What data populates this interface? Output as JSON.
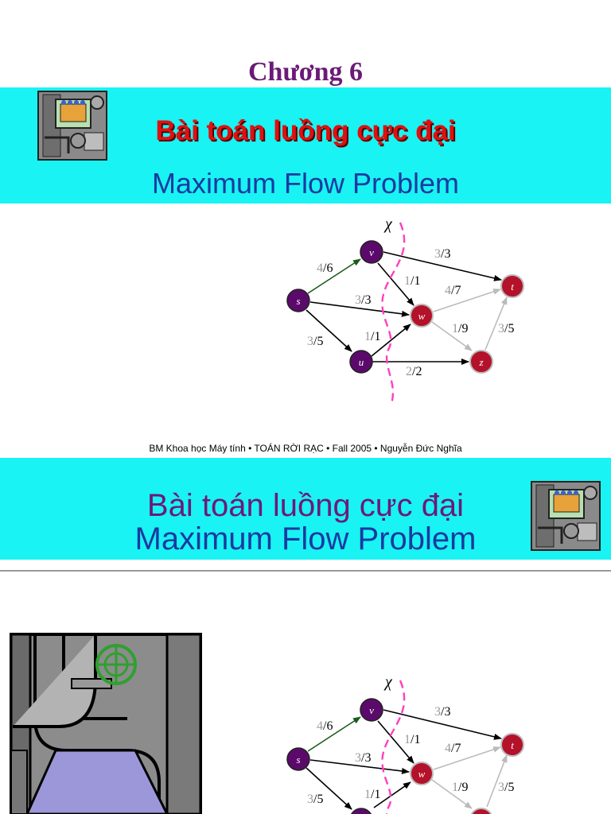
{
  "slide1": {
    "chapter": "Chương 6",
    "title_vn": "Bài toán luồng cực đại",
    "title_en": "Maximum Flow Problem",
    "footer": "BM Khoa học Máy tính • TOÁN RỜI RẠC •  Fall 2005  •  Nguyễn Đức Nghĩa"
  },
  "slide2": {
    "title_vn": "Bài toán luồng cực đại",
    "title_en": "Maximum Flow Problem"
  },
  "graph": {
    "cut_label": "χ",
    "nodes": {
      "s": "s",
      "v": "v",
      "u": "u",
      "w": "w",
      "t": "t",
      "z": "z"
    },
    "edges": {
      "sv": {
        "flow": "4",
        "cap": "/6"
      },
      "sw": {
        "flow": "3",
        "cap": "/3"
      },
      "su": {
        "flow": "3",
        "cap": "/5"
      },
      "vt": {
        "flow": "3",
        "cap": "/3"
      },
      "vw": {
        "flow": "1",
        "cap": "/1"
      },
      "uw": {
        "flow": "1",
        "cap": "/1"
      },
      "wt": {
        "flow": "4",
        "cap": "/7"
      },
      "wz": {
        "flow": "1",
        "cap": "/9"
      },
      "zt": {
        "flow": "3",
        "cap": "/5"
      },
      "uz": {
        "flow": "2",
        "cap": "/2"
      }
    }
  },
  "colors": {
    "cyan_band": "#19f3f3",
    "title_red": "#e01010",
    "title_blue": "#1a3aa0",
    "purple": "#6b1a78",
    "source_node": "#5b0a6b",
    "sink_node": "#b3122a",
    "cut_line": "#ff3fbf"
  }
}
